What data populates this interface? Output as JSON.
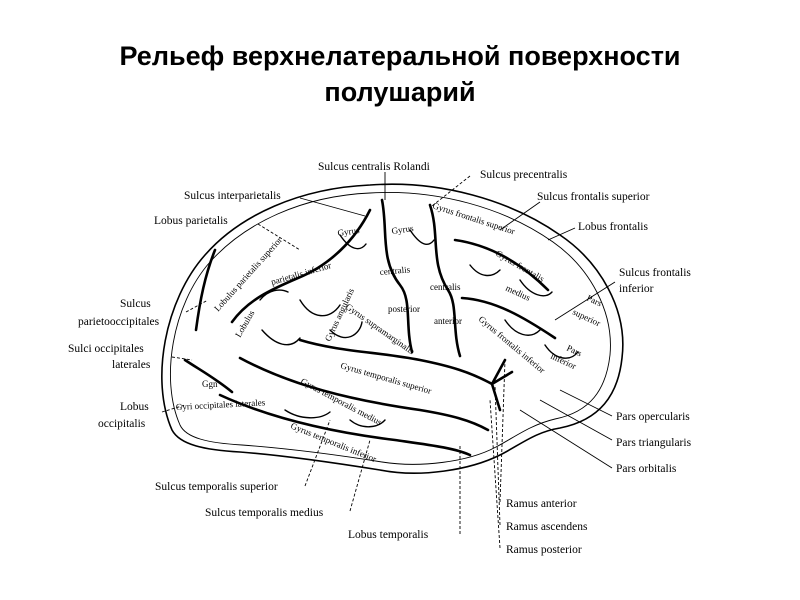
{
  "title": {
    "line1": "Рельеф верхнелатеральной поверхности",
    "line2": "полушарий"
  },
  "outer_labels": {
    "sulcus_centralis": "Sulcus centralis Rolandi",
    "sulcus_precentralis": "Sulcus precentralis",
    "sulcus_interparietalis": "Sulcus interparietalis",
    "sulcus_frontalis_superior": "Sulcus frontalis superior",
    "lobus_parietalis": "Lobus parietalis",
    "lobus_frontalis": "Lobus frontalis",
    "sulcus_frontalis_inferior_1": "Sulcus frontalis",
    "sulcus_frontalis_inferior_2": "inferior",
    "sulcus_parietooccipitalis_1": "Sulcus",
    "sulcus_parietooccipitalis_2": "parietooccipitales",
    "sulci_occipitales_1": "Sulci occipitales",
    "sulci_occipitales_2": "laterales",
    "lobus_occipitalis_1": "Lobus",
    "lobus_occipitalis_2": "occipitalis",
    "pars_opercularis": "Pars opercularis",
    "pars_triangularis": "Pars triangularis",
    "pars_orbitalis": "Pars orbitalis",
    "sulcus_temporalis_superior": "Sulcus temporalis superior",
    "ramus_anterior": "Ramus anterior",
    "sulcus_temporalis_medius": "Sulcus temporalis medius",
    "ramus_ascendens": "Ramus ascendens",
    "lobus_temporalis": "Lobus temporalis",
    "ramus_posterior": "Ramus posterior"
  },
  "inner_labels": {
    "gyrus_frontalis_superior": "Gyrus frontalis superior",
    "gyrus_1": "Gyrus",
    "gyrus_2": "Gyrus",
    "lobulus_parietalis_superior": "Lobulus parietalis superior",
    "parietalis_inferior": "parietalis inferior",
    "centralis": "centralis",
    "gyrus_frontalis_medius_1": "Gyrus frontalis",
    "gyrus_frontalis_medius_2": "medius",
    "centralis_2": "centralis",
    "lobulus": "Lobulus",
    "gyrus_angularis": "Gyrus angularis",
    "gyrus_supramarginalis": "Gyrus supramarginalis",
    "posterior": "posterior",
    "anterior": "anterior",
    "pars_superior_1": "Pars",
    "pars_superior_2": "superior",
    "gyrus_frontalis_inferior": "Gyrus frontalis inferior",
    "pars_inferior_1": "Pars",
    "pars_inferior_2": "inferior",
    "gyrus_temporalis_superior": "Gyrus temporalis superior",
    "ggn": "Ggn",
    "gyrus_temporalis_medius": "Gyrus temporalis medius",
    "gyri_occipitales_laterales": "Gyri occipitales laterales",
    "gyrus_temporalis_inferior": "Gyrus temporalis inferior"
  }
}
